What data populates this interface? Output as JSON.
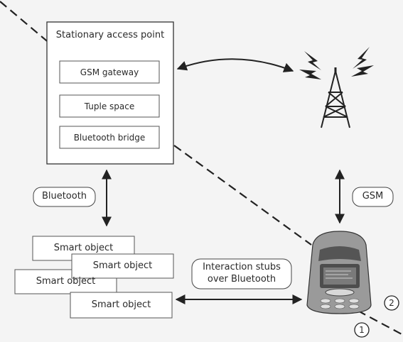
{
  "access_point": {
    "title": "Stationary access point",
    "gsm_gateway": "GSM gateway",
    "tuple_space": "Tuple space",
    "bluetooth_bridge": "Bluetooth bridge"
  },
  "labels": {
    "bluetooth": "Bluetooth",
    "gsm": "GSM",
    "interaction_stubs_line1": "Interaction stubs",
    "interaction_stubs_line2": "over Bluetooth",
    "marker_1": "1",
    "marker_2": "2"
  },
  "smart_objects": [
    "Smart object",
    "Smart object",
    "Smart object",
    "Smart object"
  ],
  "icons": [
    "cell-tower-icon",
    "mobile-phone-icon"
  ]
}
